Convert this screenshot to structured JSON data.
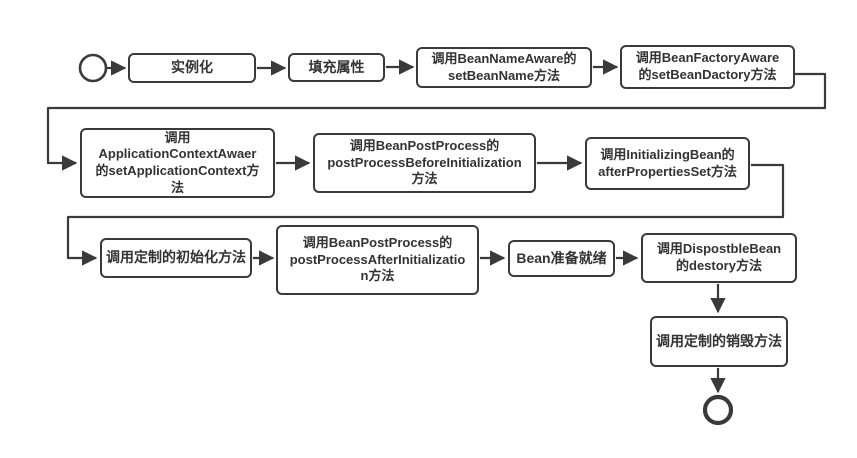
{
  "diagram": {
    "colors": {
      "stroke": "#3a3a3a",
      "text": "#333333",
      "background": "#ffffff"
    },
    "nodes": {
      "start": {
        "shape": "start-circle"
      },
      "instantiate": {
        "label": "实例化"
      },
      "populate_properties": {
        "label": "填充属性"
      },
      "set_bean_name": {
        "label": "调用BeanNameAware的\nsetBeanName方法"
      },
      "set_bean_factory": {
        "label": "调用BeanFactoryAware\n的setBeanDactory方法"
      },
      "set_application_context": {
        "label": "调用\nApplicationContextAwaer\n的setApplicationContext方\n法"
      },
      "post_process_before_initialization": {
        "label": "调用BeanPostProcess的\npostProcessBeforeInitialization\n方法"
      },
      "after_properties_set": {
        "label": "调用InitializingBean的\nafterPropertiesSet方法"
      },
      "custom_init": {
        "label": "调用定制的初始化方法"
      },
      "post_process_after_initialization": {
        "label": "调用BeanPostProcess的\npostProcessAfterInitializatio\nn方法"
      },
      "bean_ready": {
        "label": "Bean准备就绪"
      },
      "destroy_method": {
        "label": "调用DispostbleBean\n的destory方法"
      },
      "custom_destroy": {
        "label": "调用定制的销毁方法"
      },
      "end": {
        "shape": "end-circle"
      }
    }
  }
}
